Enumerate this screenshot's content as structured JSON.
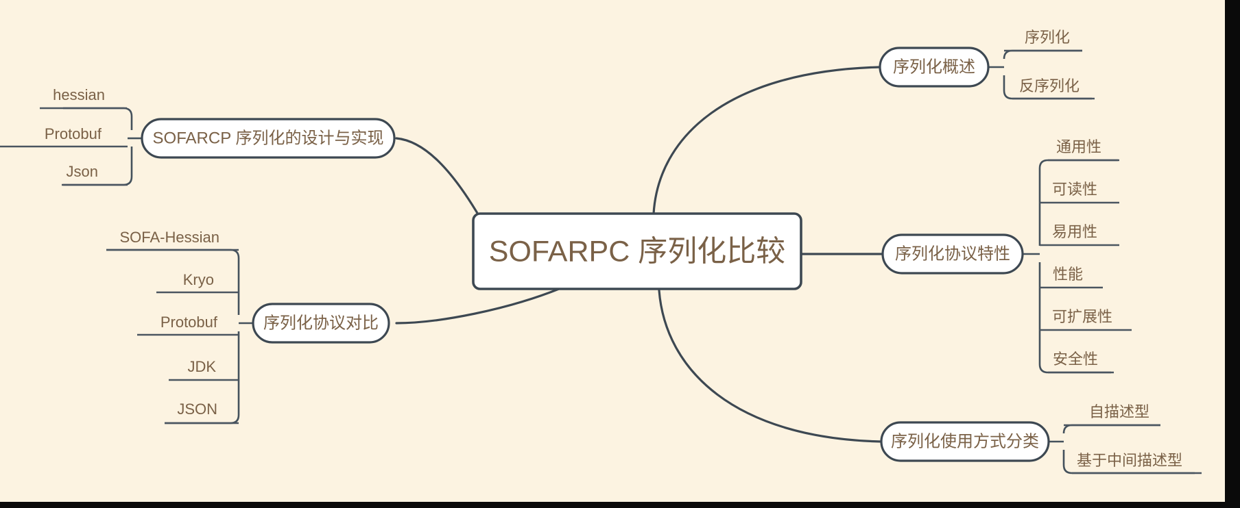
{
  "diagram": {
    "type": "mindmap",
    "title": "SOFARPC 序列化比较",
    "background_color": "#FCF3E1",
    "node_fill_color": "#FFFFFF",
    "edge_color": "#3D4852",
    "text_color": "#7A6147"
  },
  "root": {
    "label": "SOFARPC 序列化比较"
  },
  "branches": {
    "left": [
      {
        "label": "SOFARCP 序列化的设计与实现",
        "children": [
          {
            "label": "hessian"
          },
          {
            "label": "Protobuf"
          },
          {
            "label": "Json"
          }
        ]
      },
      {
        "label": "序列化协议对比",
        "children": [
          {
            "label": "SOFA-Hessian"
          },
          {
            "label": "Kryo"
          },
          {
            "label": "Protobuf"
          },
          {
            "label": "JDK"
          },
          {
            "label": "JSON"
          }
        ]
      }
    ],
    "right": [
      {
        "label": "序列化概述",
        "children": [
          {
            "label": "序列化"
          },
          {
            "label": "反序列化"
          }
        ]
      },
      {
        "label": "序列化协议特性",
        "children": [
          {
            "label": "通用性"
          },
          {
            "label": "可读性"
          },
          {
            "label": "易用性"
          },
          {
            "label": "性能"
          },
          {
            "label": "可扩展性"
          },
          {
            "label": "安全性"
          }
        ]
      },
      {
        "label": "序列化使用方式分类",
        "children": [
          {
            "label": "自描述型"
          },
          {
            "label": "基于中间描述型"
          }
        ]
      }
    ]
  }
}
